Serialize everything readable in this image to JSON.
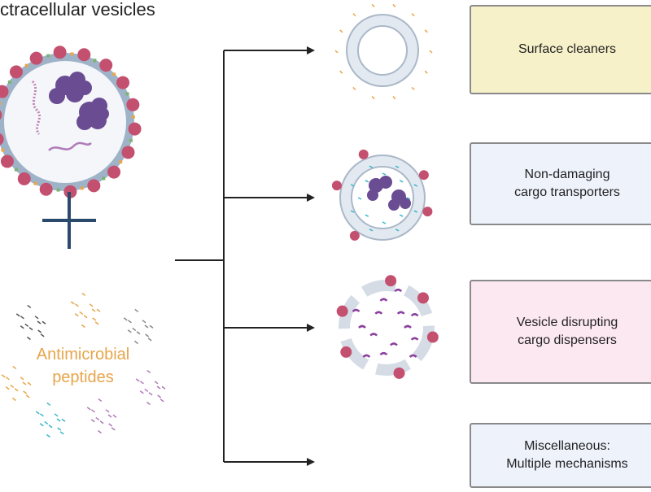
{
  "diagram": {
    "left_title": "ctracellular vesicles",
    "plus_symbol": "+",
    "peptides_label_line1": "Antimicrobial",
    "peptides_label_line2": "peptides",
    "outcomes": [
      {
        "name": "surface-cleaners",
        "line1": "Surface cleaners",
        "line2": ""
      },
      {
        "name": "non-damaging",
        "line1": "Non-damaging",
        "line2": "cargo transporters"
      },
      {
        "name": "vesicle-disrupting",
        "line1": "Vesicle disrupting",
        "line2": "cargo dispensers"
      },
      {
        "name": "miscellaneous",
        "line1": "Miscellaneous:",
        "line2": "Multiple mechanisms"
      }
    ],
    "colors": {
      "vesicle_membrane": "#9fb3c8",
      "vesicle_fill": "#e3e9f1",
      "surface_protein": "#c4506f",
      "cargo_protein": "#6a4c93",
      "plus": "#2a4a6b",
      "peptide_label": "#e8a54a",
      "arrow": "#222222"
    }
  }
}
